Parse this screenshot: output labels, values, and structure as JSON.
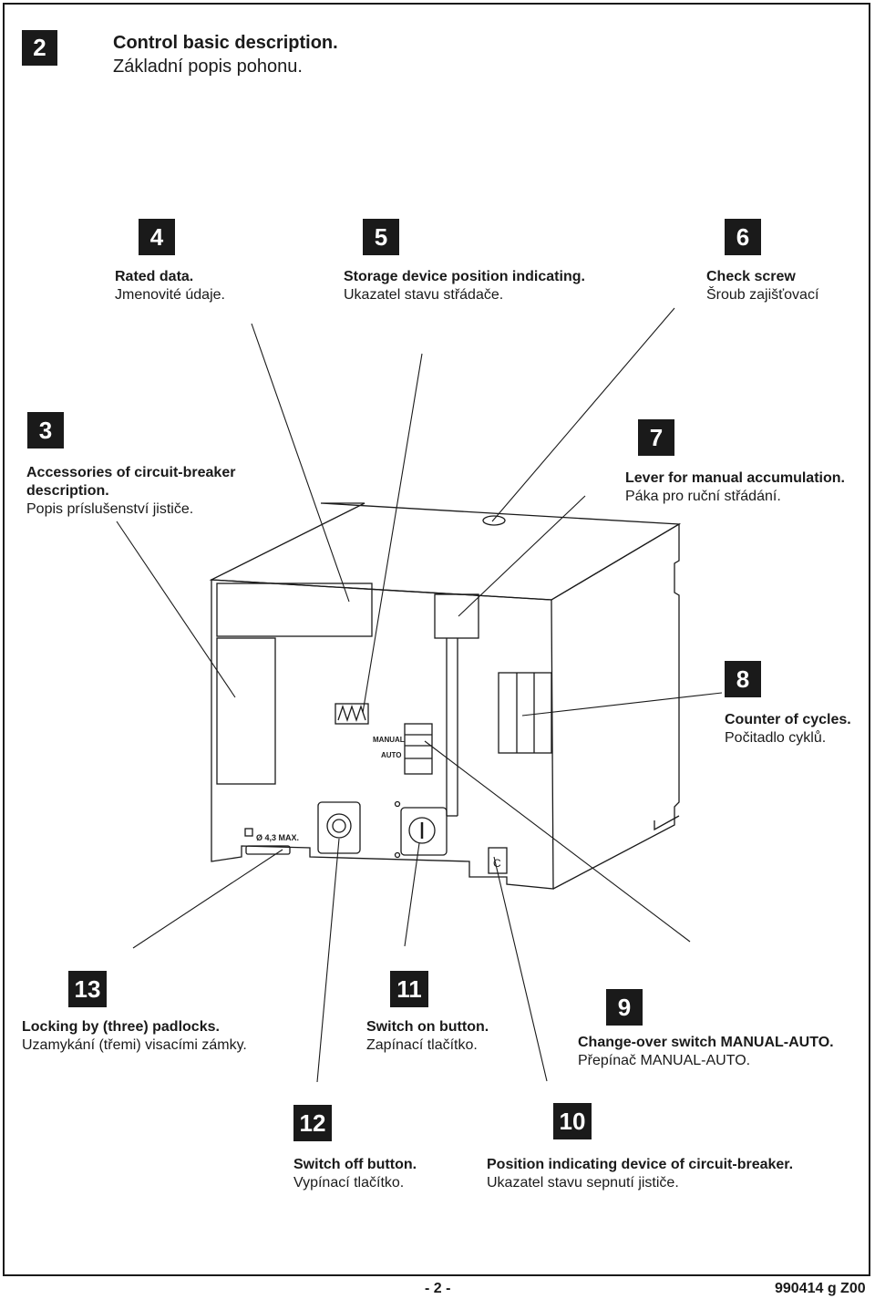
{
  "header": {
    "section_number": "2",
    "title_en": "Control basic description.",
    "title_cz": "Základní popis pohonu."
  },
  "callouts": [
    {
      "number": "4",
      "en": "Rated data.",
      "cz": "Jmenovité údaje."
    },
    {
      "number": "5",
      "en": "Storage device position indicating.",
      "cz": "Ukazatel stavu střádače."
    },
    {
      "number": "6",
      "en": "Check screw",
      "cz": "Šroub zajišťovací"
    },
    {
      "number": "3",
      "en": "Accessories of circuit-breaker",
      "en2": "description.",
      "cz": "Popis príslušenství  jističe."
    },
    {
      "number": "7",
      "en": "Lever for manual accumulation.",
      "cz": "Páka pro ruční střádání."
    },
    {
      "number": "8",
      "en": "Counter of cycles.",
      "cz": "Počitadlo cyklů."
    },
    {
      "number": "13",
      "en": "Locking by (three) padlocks.",
      "cz": "Uzamykání (třemi) visacími zámky."
    },
    {
      "number": "11",
      "en": "Switch on button.",
      "cz": "Zapínací tlačítko."
    },
    {
      "number": "9",
      "en": "Change-over switch MANUAL-AUTO.",
      "cz": "Přepínač MANUAL-AUTO."
    },
    {
      "number": "12",
      "en": "Switch off button.",
      "cz": "Vypínací tlačítko."
    },
    {
      "number": "10",
      "en": "Position indicating device of circuit-breaker.",
      "cz": "Ukazatel stavu sepnutí jističe."
    }
  ],
  "device_labels": {
    "manual": "MANUAL",
    "auto": "AUTO",
    "padlock": "Ø 4,3 MAX.",
    "indicator": "C"
  },
  "footer": {
    "page": "- 2 -",
    "doc_code": "990414 g Z00"
  }
}
